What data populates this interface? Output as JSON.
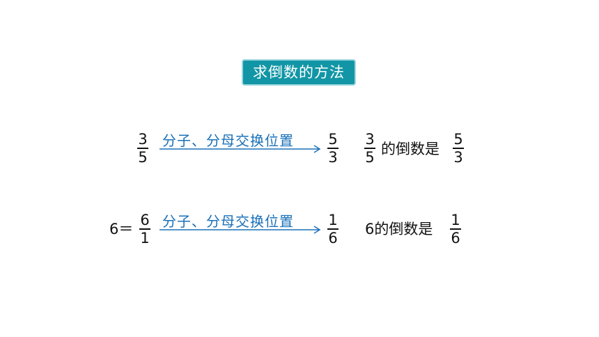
{
  "title": "求倒数的方法",
  "row1": {
    "left_fraction": {
      "num": "3",
      "den": "5"
    },
    "arrow_label": "分子、分母交换位置",
    "result_fraction": {
      "num": "5",
      "den": "3"
    },
    "statement_fraction": {
      "num": "3",
      "den": "5"
    },
    "statement_text": "的倒数是",
    "statement_result": {
      "num": "5",
      "den": "3"
    }
  },
  "row2": {
    "prefix": "6＝",
    "left_fraction": {
      "num": "6",
      "den": "1"
    },
    "arrow_label": "分子、分母交换位置",
    "result_fraction": {
      "num": "1",
      "den": "6"
    },
    "statement_text": "6的倒数是",
    "statement_result": {
      "num": "1",
      "den": "6"
    }
  },
  "colors": {
    "accent": "#1296a6",
    "arrow": "#1a70b8"
  }
}
